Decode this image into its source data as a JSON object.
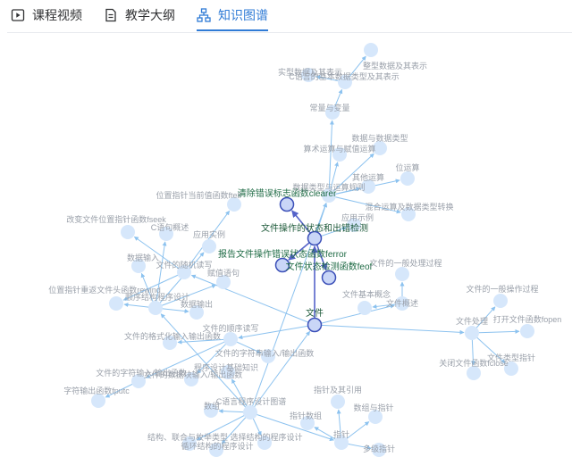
{
  "tabs": [
    {
      "label": "课程视频",
      "icon": "play-icon",
      "active": false
    },
    {
      "label": "教学大纲",
      "icon": "document-icon",
      "active": false
    },
    {
      "label": "知识图谱",
      "icon": "sitemap-icon",
      "active": true
    }
  ],
  "graph": {
    "colors": {
      "accent": "#2f7bd6",
      "node_fill": "#d6e7fb",
      "node_fill_highlight": "#c9d6f7",
      "node_stroke_highlight": "#3b4fb8",
      "edge": "#8cc2ef",
      "edge_highlight": "#5563c9"
    },
    "nodes": [
      {
        "id": "n_wenjian",
        "label": "文件",
        "hl": true
      },
      {
        "id": "n_errstat",
        "label": "文件操作的状态和出错检测",
        "hl": true
      },
      {
        "id": "n_clearer",
        "label": "清除错误标志函数clearer",
        "hl": true
      },
      {
        "id": "n_ferror",
        "label": "报告文件操作错误状态函数ferror",
        "hl": true
      },
      {
        "id": "n_feof",
        "label": "文件状态检测函数feof",
        "hl": true
      },
      {
        "id": "n_shiyong",
        "label": "应用示例",
        "hl": false
      },
      {
        "id": "n_shujuleixing",
        "label": "数据类型与运算规则",
        "hl": false
      },
      {
        "id": "n_weiyunsuan",
        "label": "位运算",
        "hl": false
      },
      {
        "id": "n_hunhe",
        "label": "混合运算及数据类型转换",
        "hl": false
      },
      {
        "id": "n_qita",
        "label": "其他运算",
        "hl": false
      },
      {
        "id": "n_shuju",
        "label": "数据与数据类型",
        "hl": false
      },
      {
        "id": "n_suanshu",
        "label": "算术运算与赋值运算",
        "hl": false
      },
      {
        "id": "n_changliang",
        "label": "常量与变量",
        "hl": false
      },
      {
        "id": "n_jiben",
        "label": "C语言的基本数据类型及其表示",
        "hl": false
      },
      {
        "id": "n_shixing",
        "label": "实型数据及其表示",
        "hl": false
      },
      {
        "id": "n_zhengxing",
        "label": "整型数据及其表示",
        "hl": false
      },
      {
        "id": "n_gaishu",
        "label": "文件概述",
        "hl": false
      },
      {
        "id": "n_jiben2",
        "label": "文件基本概念",
        "hl": false
      },
      {
        "id": "n_yiban",
        "label": "文件的一般处理过程",
        "hl": false
      },
      {
        "id": "n_chuli",
        "label": "文件处理",
        "hl": false
      },
      {
        "id": "n_yiban2",
        "label": "文件的一般操作过程",
        "hl": false
      },
      {
        "id": "n_fopen",
        "label": "打开文件函数fopen",
        "hl": false
      },
      {
        "id": "n_leixing",
        "label": "文件类型指针",
        "hl": false
      },
      {
        "id": "n_fclose",
        "label": "关闭文件函数fclose",
        "hl": false
      },
      {
        "id": "n_suiji",
        "label": "文件的随机读写",
        "hl": false
      },
      {
        "id": "n_ftell",
        "label": "位置指针当前值函数ftell",
        "hl": false
      },
      {
        "id": "n_fseek",
        "label": "改变文件位置指针函数fseek",
        "hl": false
      },
      {
        "id": "n_gaishu2",
        "label": "C语句概述",
        "hl": false
      },
      {
        "id": "n_yingyong",
        "label": "应用实例",
        "hl": false
      },
      {
        "id": "n_shurushu",
        "label": "数据输入",
        "hl": false
      },
      {
        "id": "n_fuzhi",
        "label": "赋值语句",
        "hl": false
      },
      {
        "id": "n_rewind",
        "label": "位置指针重返文件头函数rewind",
        "hl": false
      },
      {
        "id": "n_shunxu",
        "label": "顺序结构程序设计",
        "hl": false
      },
      {
        "id": "n_shuchu",
        "label": "数据输出",
        "hl": false
      },
      {
        "id": "n_shunxuduxie",
        "label": "文件的顺序读写",
        "hl": false
      },
      {
        "id": "n_geshi",
        "label": "文件的格式化输入输出函数",
        "hl": false
      },
      {
        "id": "n_zifuchuan",
        "label": "文件的字符串输入/输出函数",
        "hl": false
      },
      {
        "id": "n_jichu",
        "label": "程序设计基础知识",
        "hl": false
      },
      {
        "id": "n_zifu",
        "label": "文件的字符输入/输出函数",
        "hl": false
      },
      {
        "id": "n_shujukuai",
        "label": "文件的数据块输入/输出函数",
        "hl": false
      },
      {
        "id": "n_fputc",
        "label": "字符输出函数fputc",
        "hl": false
      },
      {
        "id": "n_cyuyan",
        "label": "C语言程序设计图谱",
        "hl": false
      },
      {
        "id": "n_shuzu",
        "label": "数组",
        "hl": false
      },
      {
        "id": "n_zhizhen",
        "label": "指针及其引用",
        "hl": false
      },
      {
        "id": "n_zhizhenshuzu",
        "label": "指针数组",
        "hl": false
      },
      {
        "id": "n_shuzuzhizhen",
        "label": "数组与指针",
        "hl": false
      },
      {
        "id": "n_zhizhen2",
        "label": "指针",
        "hl": false
      },
      {
        "id": "n_duoji",
        "label": "多级指针",
        "hl": false
      },
      {
        "id": "n_jiegou",
        "label": "结构、联合与枚举类型",
        "hl": false
      },
      {
        "id": "n_xuanze",
        "label": "选择结构的程序设计",
        "hl": false
      },
      {
        "id": "n_xunhuan",
        "label": "循环结构的程序设计",
        "hl": false
      }
    ]
  }
}
